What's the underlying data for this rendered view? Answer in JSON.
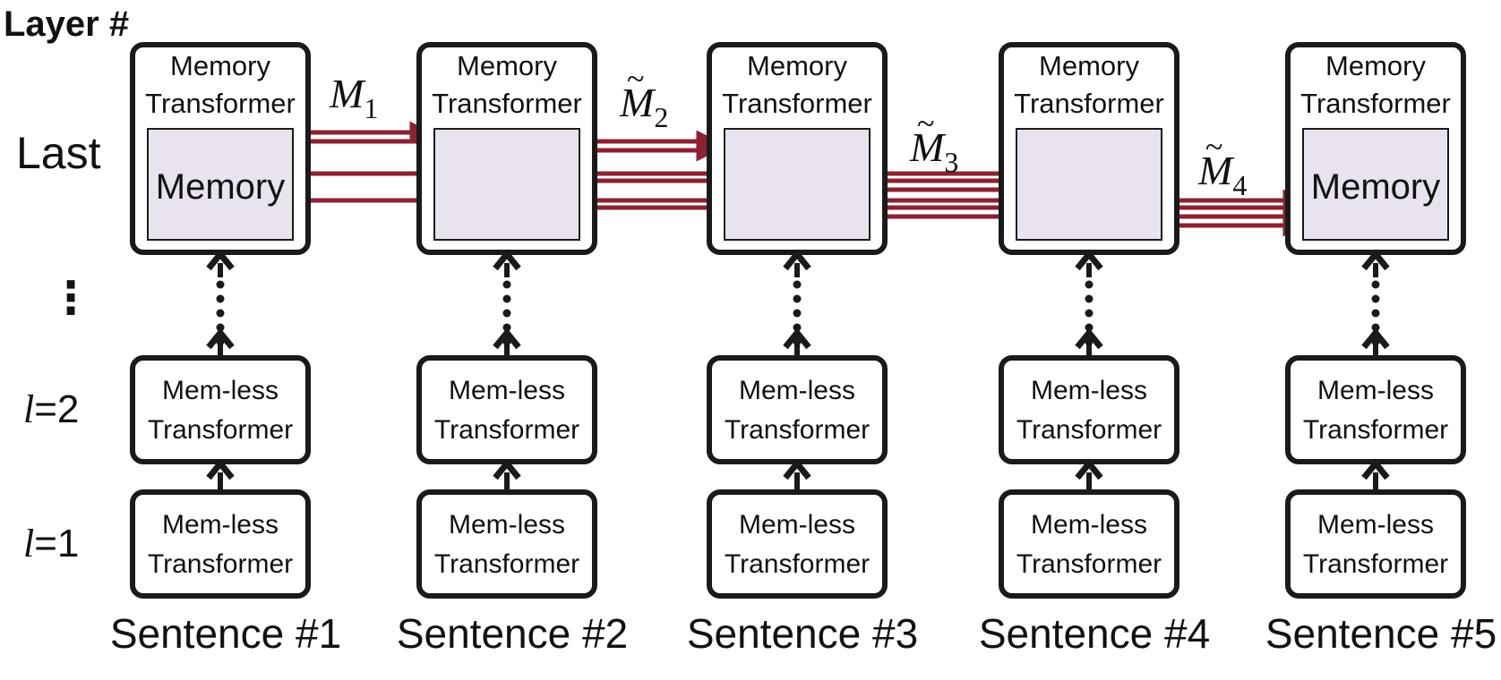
{
  "header": {
    "title": "Layer #"
  },
  "row_labels": {
    "last": "Last",
    "ellipsis": "⋮",
    "l2_symbol": "l",
    "l2_value": "=2",
    "l1_symbol": "l",
    "l1_value": "=1"
  },
  "columns": [
    {
      "sentence": "Sentence #1",
      "memory_block_title_1": "Memory",
      "memory_block_title_2": "Transformer",
      "inner_label": "Memory",
      "memless_1": "Mem-less",
      "memless_2": "Transformer"
    },
    {
      "sentence": "Sentence #2",
      "memory_block_title_1": "Memory",
      "memory_block_title_2": "Transformer",
      "inner_label": "",
      "memless_1": "Mem-less",
      "memless_2": "Transformer"
    },
    {
      "sentence": "Sentence #3",
      "memory_block_title_1": "Memory",
      "memory_block_title_2": "Transformer",
      "inner_label": "",
      "memless_1": "Mem-less",
      "memless_2": "Transformer"
    },
    {
      "sentence": "Sentence #4",
      "memory_block_title_1": "Memory",
      "memory_block_title_2": "Transformer",
      "inner_label": "",
      "memless_1": "Mem-less",
      "memless_2": "Transformer"
    },
    {
      "sentence": "Sentence #5",
      "memory_block_title_1": "Memory",
      "memory_block_title_2": "Transformer",
      "inner_label": "Memory",
      "memless_1": "Mem-less",
      "memless_2": "Transformer"
    }
  ],
  "memory_labels": [
    {
      "symbol": "M",
      "tilde": "",
      "sub": "1"
    },
    {
      "symbol": "M",
      "tilde": "~",
      "sub": "2"
    },
    {
      "symbol": "M",
      "tilde": "~",
      "sub": "3"
    },
    {
      "symbol": "M",
      "tilde": "~",
      "sub": "4"
    }
  ],
  "colors": {
    "arrow": "#8b2232",
    "memory_fill": "#e8e3ef",
    "box_stroke": "#1a1a1a",
    "text": "#111111"
  }
}
